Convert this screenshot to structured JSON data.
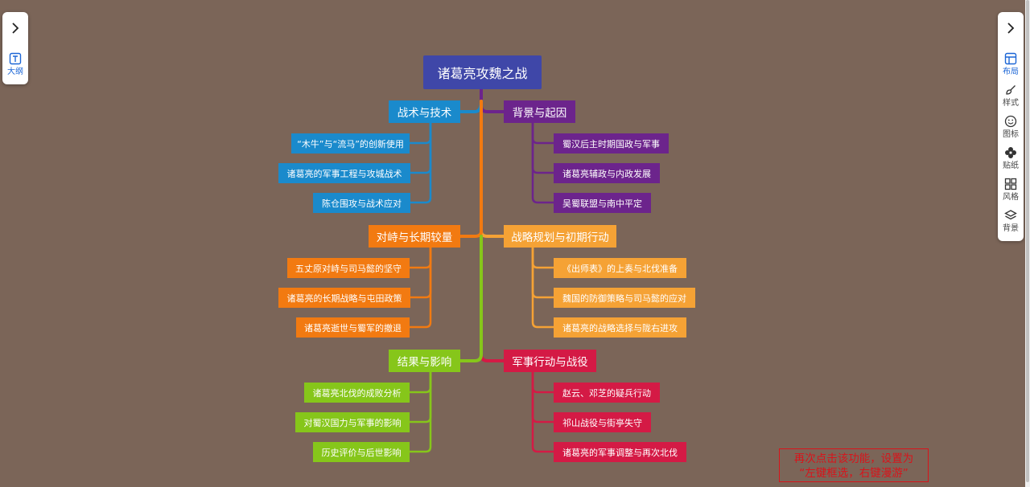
{
  "mindmap": {
    "root": {
      "label": "诸葛亮攻魏之战",
      "color": "#3f47a8"
    },
    "branches": [
      {
        "label": "背景与起因",
        "color": "#6c248c",
        "children": [
          "蜀汉后主时期国政与军事",
          "诸葛亮辅政与内政发展",
          "吴蜀联盟与南中平定"
        ]
      },
      {
        "label": "战术与技术",
        "color": "#1a8acc",
        "children": [
          "“木牛”与“流马”的创新使用",
          "诸葛亮的军事工程与攻城战术",
          "陈仓围攻与战术应对"
        ]
      },
      {
        "label": "战略规划与初期行动",
        "color": "#f5a235",
        "children": [
          "《出师表》的上奏与北伐准备",
          "魏国的防御策略与司马懿的应对",
          "诸葛亮的战略选择与陇右进攻"
        ]
      },
      {
        "label": "对峙与长期较量",
        "color": "#f27a11",
        "children": [
          "五丈原对峙与司马懿的坚守",
          "诸葛亮的长期战略与屯田政策",
          "诸葛亮逝世与蜀军的撤退"
        ]
      },
      {
        "label": "军事行动与战役",
        "color": "#d41a45",
        "children": [
          "赵云、邓芝的疑兵行动",
          "祁山战役与街亭失守",
          "诸葛亮的军事调整与再次北伐"
        ]
      },
      {
        "label": "结果与影响",
        "color": "#86c61a",
        "children": [
          "诸葛亮北伐的成败分析",
          "对蜀汉国力与军事的影响",
          "历史评价与后世影响"
        ]
      }
    ]
  },
  "left_panel": {
    "outline_label": "大纲"
  },
  "right_panel": {
    "tools": [
      {
        "label": "布局",
        "icon": "layout-icon",
        "active": true
      },
      {
        "label": "样式",
        "icon": "style-icon",
        "active": false
      },
      {
        "label": "图标",
        "icon": "emoji-icon",
        "active": false
      },
      {
        "label": "贴纸",
        "icon": "sticker-icon",
        "active": false
      },
      {
        "label": "风格",
        "icon": "theme-icon",
        "active": false
      },
      {
        "label": "背景",
        "icon": "background-icon",
        "active": false
      }
    ]
  },
  "hint": {
    "line1": "再次点击该功能，设置为",
    "line2": "“左键框选，右键漫游”"
  },
  "colors": {
    "canvas": "#7b6558",
    "accent": "#1c66d6",
    "hint": "#d9131a"
  }
}
